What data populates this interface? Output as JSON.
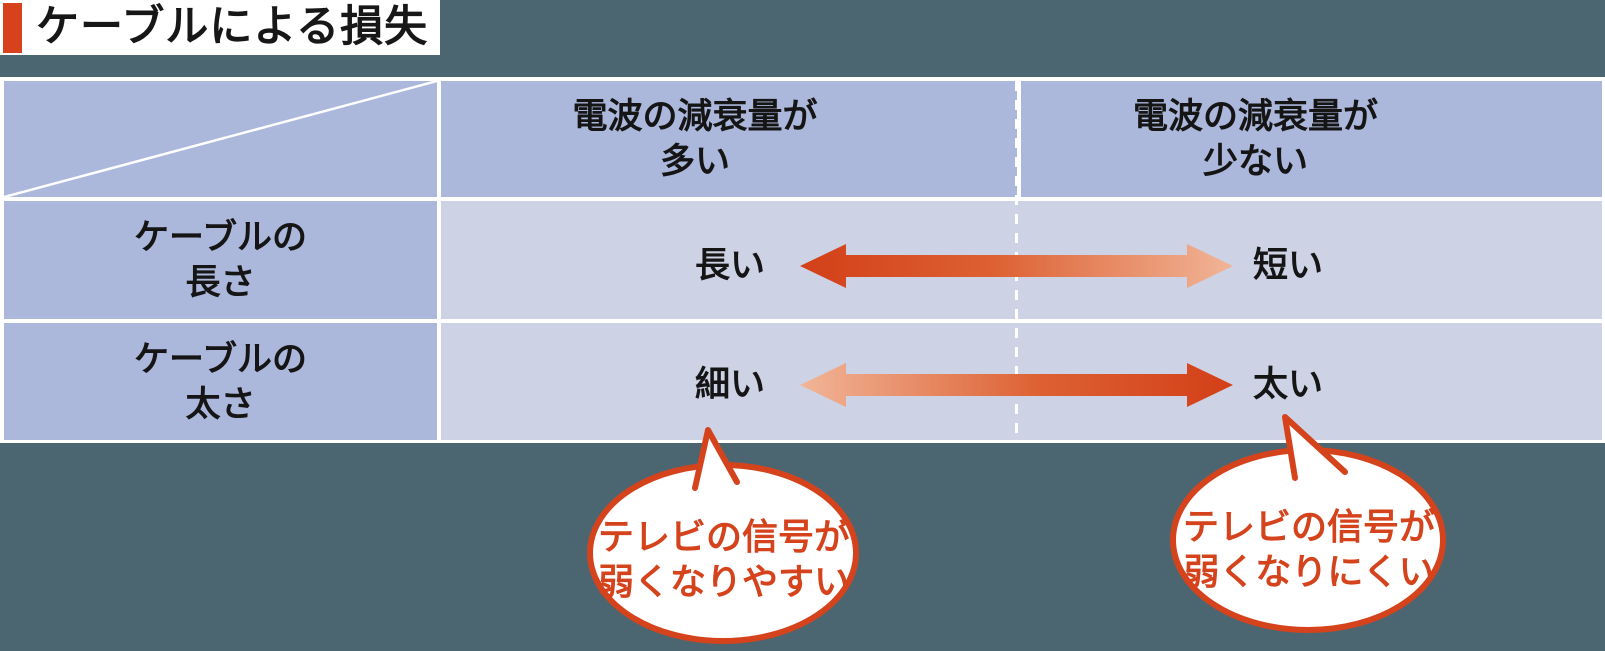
{
  "title": {
    "text": "ケーブルによる損失"
  },
  "table": {
    "columns": [
      {
        "line1": "電波の減衰量が",
        "line2": "多い"
      },
      {
        "line1": "電波の減衰量が",
        "line2": "少ない"
      }
    ],
    "rows": [
      {
        "label_line1": "ケーブルの",
        "label_line2": "長さ",
        "left_value": "長い",
        "right_value": "短い",
        "arrow_strong_end": "left"
      },
      {
        "label_line1": "ケーブルの",
        "label_line2": "太さ",
        "left_value": "細い",
        "right_value": "太い",
        "arrow_strong_end": "right"
      }
    ]
  },
  "callouts": [
    {
      "line1": "テレビの信号が",
      "line2": "弱くなりやすい"
    },
    {
      "line1": "テレビの信号が",
      "line2": "弱くなりにくい"
    }
  ],
  "colors": {
    "accent_red": "#d5421c",
    "banner_teal": "#4b6670",
    "header_blue": "#abb7db",
    "cell_lavender": "#cdd2e4",
    "arrow_strong": "#d33f18",
    "arrow_mid": "#dd6133",
    "arrow_pale": "#f1b598",
    "callout_red": "#d5431d",
    "divider_white": "#ffffff",
    "text_black": "#151515"
  }
}
